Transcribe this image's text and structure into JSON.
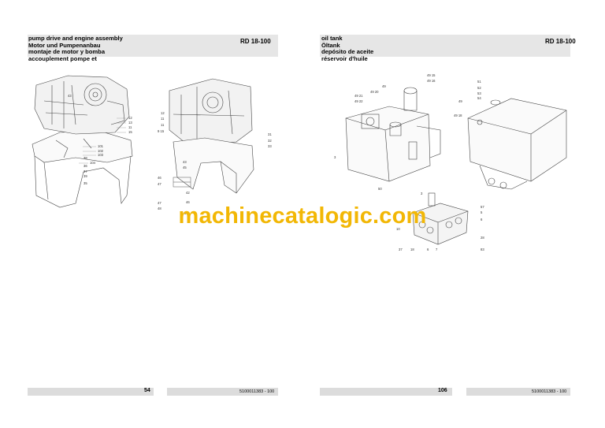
{
  "left_page": {
    "title_lines": [
      "pump drive and engine assembly",
      "Motor und Pumpenanbau",
      "montaje de motor y bomba",
      "accouplement pompe et"
    ],
    "model": "RD 18-100",
    "page_number": "54",
    "doc_number": "5100011383 - 100",
    "callouts_a": [
      "12",
      "13",
      "11",
      "43",
      "15",
      "101",
      "102",
      "103",
      "104",
      "38",
      "36",
      "37",
      "39",
      "35"
    ],
    "callouts_b": [
      "12",
      "11",
      "11",
      "9 15",
      "31",
      "32",
      "33",
      "43",
      "45",
      "46",
      "47",
      "42",
      "46",
      "47",
      "48",
      "30"
    ]
  },
  "right_page": {
    "title_lines": [
      "oil tank",
      "Öltank",
      "depósito de aceite",
      "réservoir d'huile"
    ],
    "model": "RD 18-100",
    "page_number": "106",
    "doc_number": "5100011383 - 100",
    "callouts_tank": [
      "49 15",
      "49 16",
      "49",
      "49 20",
      "49 21",
      "49 22",
      "3",
      "50"
    ],
    "callouts_tank2": [
      "51",
      "52",
      "53",
      "54",
      "49",
      "49 18"
    ],
    "callouts_valve": [
      "3",
      "57",
      "5",
      "6",
      "10",
      "28",
      "37",
      "18",
      "6",
      "7",
      "83"
    ]
  },
  "watermark": "machinecatalogic.com"
}
